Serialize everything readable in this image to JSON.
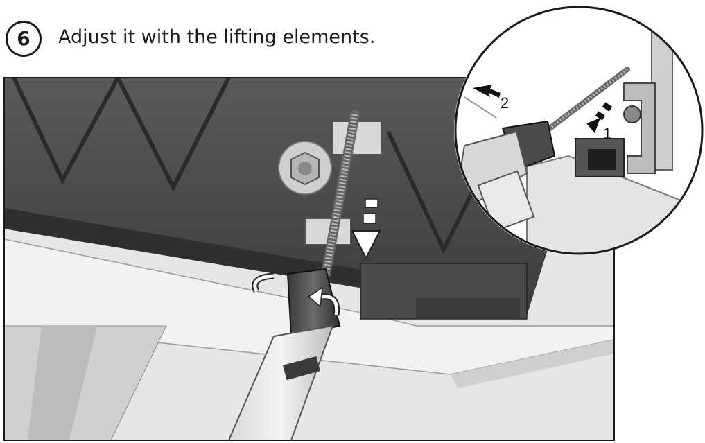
{
  "step": {
    "number": "6",
    "instruction": "Adjust it with the lifting elements."
  },
  "detail": {
    "label_1": "1",
    "label_2": "2"
  }
}
